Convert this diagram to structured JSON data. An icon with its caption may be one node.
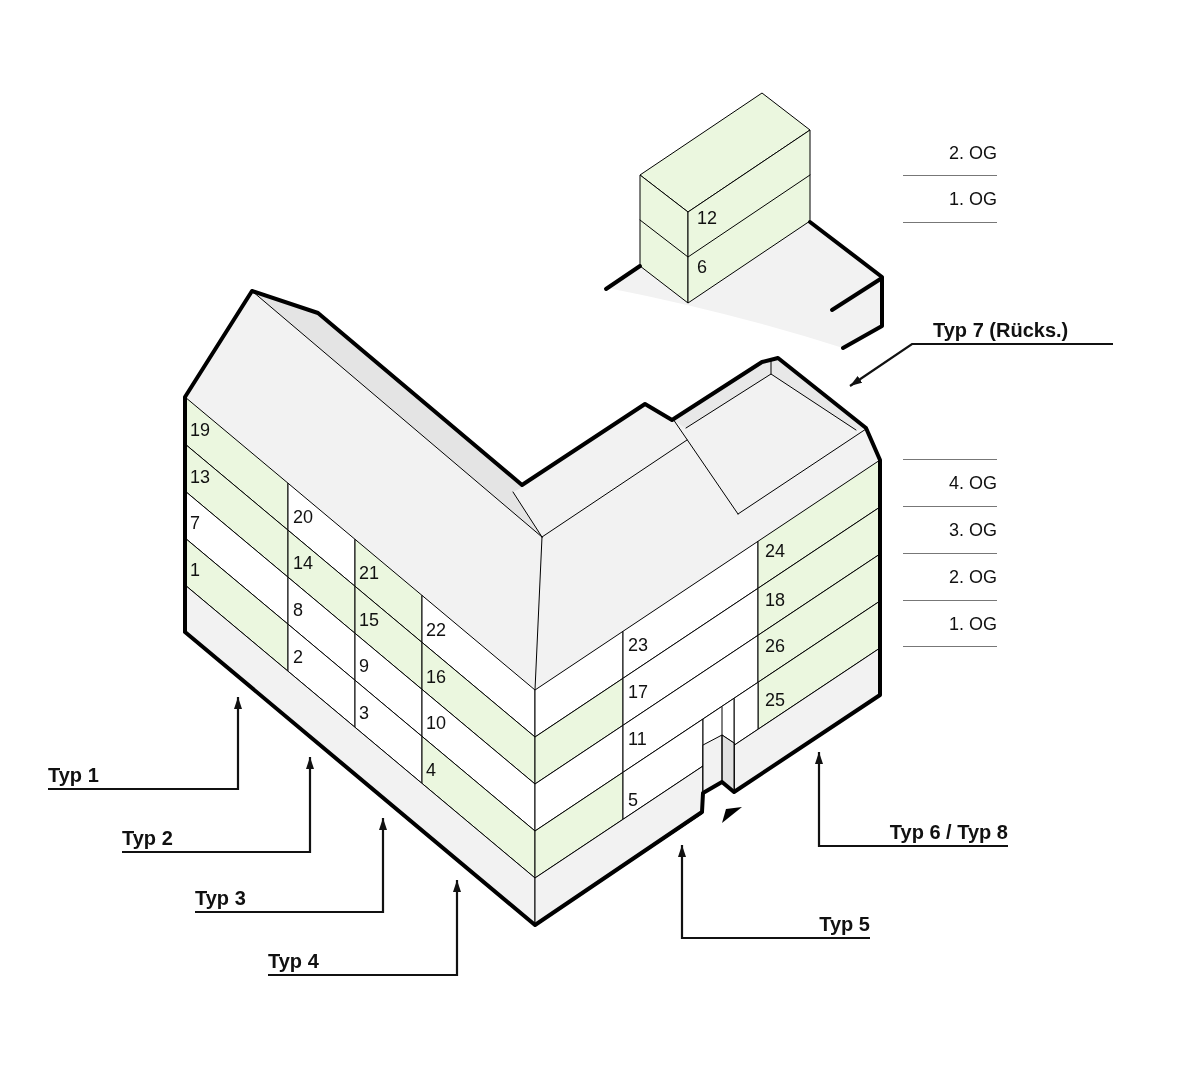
{
  "diagram": {
    "nodes": [
      {
        "text": [
          "Typ 1"
        ]
      },
      {
        "text": [
          "Typ 2"
        ]
      },
      {
        "text": [
          "Typ 3"
        ]
      },
      {
        "text": [
          "Typ 4"
        ]
      },
      {
        "text": [
          "Typ 5"
        ]
      },
      {
        "text": [
          "Typ 6 / Typ 8"
        ]
      },
      {
        "text": [
          "Typ 7 (Rücks.)"
        ]
      }
    ],
    "edges": [
      {
        "from": 0,
        "to": null,
        "arrow": "to"
      },
      {
        "from": 1,
        "to": null,
        "arrow": "to"
      },
      {
        "from": 2,
        "to": null,
        "arrow": "to"
      },
      {
        "from": 3,
        "to": null,
        "arrow": "to"
      },
      {
        "from": 4,
        "to": null,
        "arrow": "to"
      },
      {
        "from": 5,
        "to": null,
        "arrow": "to"
      },
      {
        "from": 6,
        "to": null,
        "arrow": "to"
      }
    ],
    "labels": [
      "2. OG",
      "1. OG",
      "12",
      "6",
      "4. OG",
      "3. OG",
      "2. OG",
      "1. OG",
      "19",
      "13",
      "7",
      "1",
      "20",
      "14",
      "8",
      "2",
      "21",
      "15",
      "9",
      "3",
      "22",
      "16",
      "10",
      "4",
      "23",
      "17",
      "11",
      "5",
      "24",
      "18",
      "26",
      "25"
    ]
  }
}
